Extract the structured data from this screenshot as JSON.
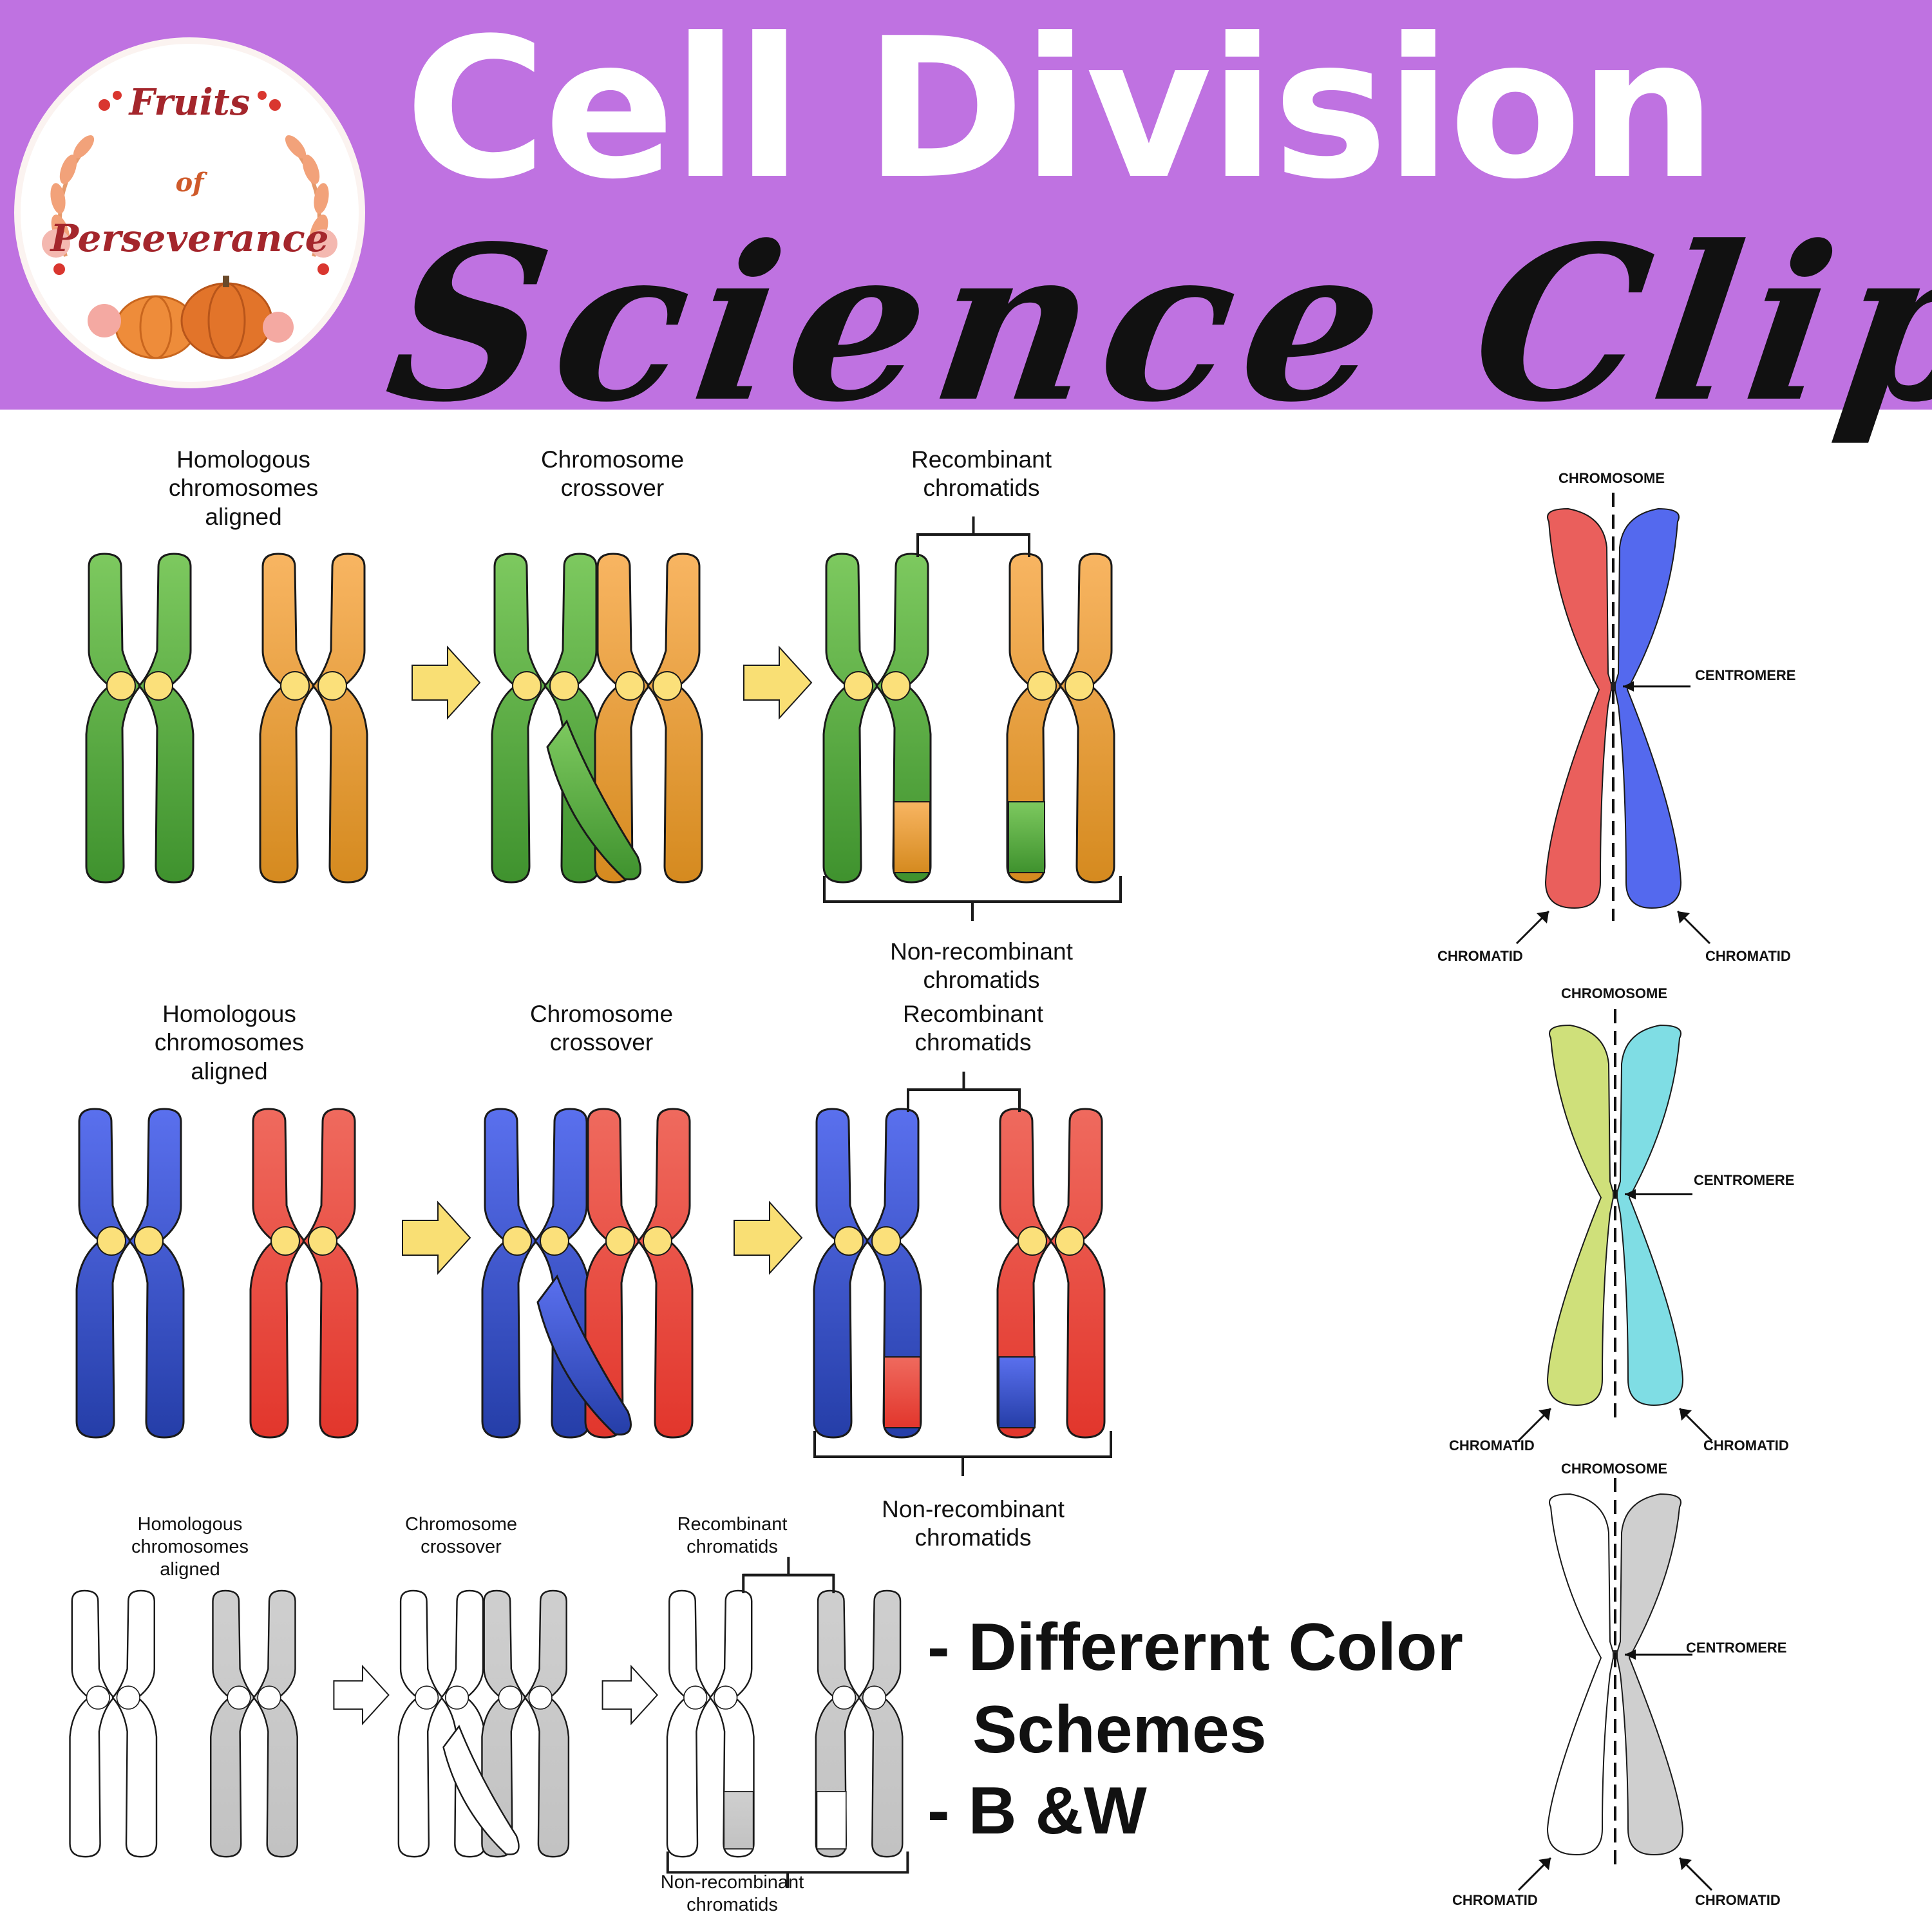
{
  "banner": {
    "logo": {
      "line1": "Fruits",
      "line2": "of",
      "line3": "Perseverance"
    },
    "title": "Cell Division",
    "subtitle": "Science Clipart"
  },
  "panels": {
    "aligned": "Homologous chromosomes aligned",
    "crossover": "Chromosome crossover",
    "recombinant": "Recombinant chromatids",
    "nonrecombinant": "Non-recombinant chromatids"
  },
  "diagrams": {
    "chromosome": "CHROMOSOME",
    "centromere": "CENTROMERE",
    "chromatid": "CHROMATID"
  },
  "features": {
    "item1_line1": "- Differernt Color",
    "item1_line2": "Schemes",
    "item2": "- B &W"
  },
  "colors": {
    "banner": "#bf72e1",
    "green": "#5cb845",
    "orange": "#e8a03a",
    "blue": "#3b55d6",
    "red": "#e4453c",
    "centromere": "#fbe07a",
    "arrow": "#f9df74"
  }
}
